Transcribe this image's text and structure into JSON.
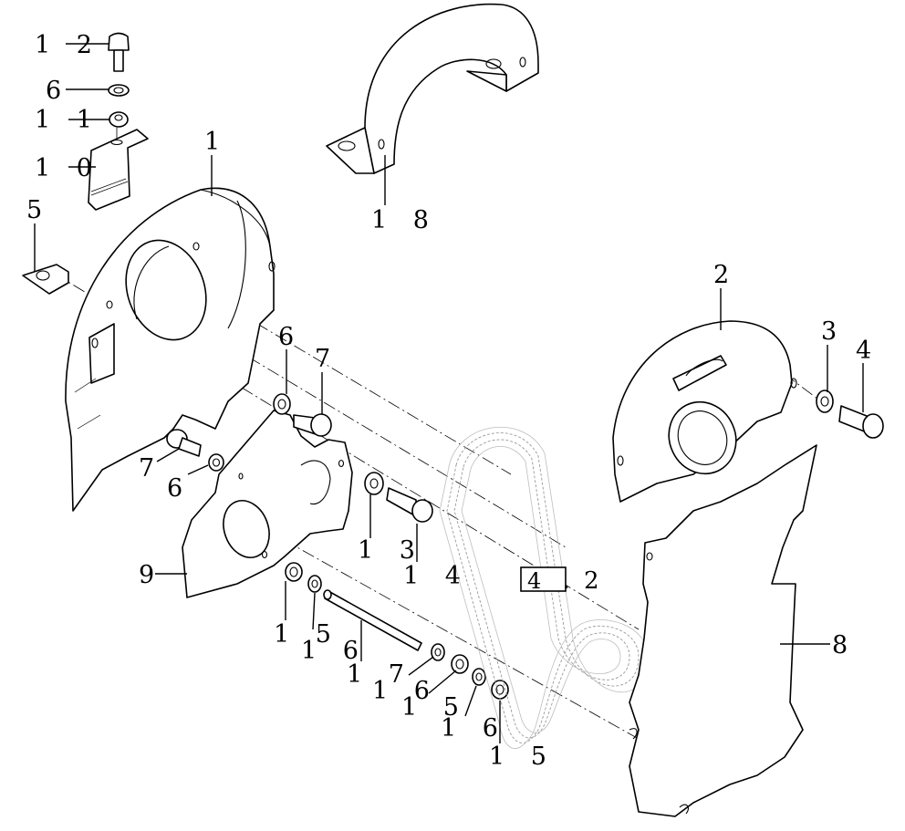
{
  "callouts": {
    "c12": "1 2",
    "c6a": "6",
    "c11": "1 1",
    "c10": "1 0",
    "c1": "1",
    "c5": "5",
    "c18": "1 8",
    "c2": "2",
    "c3a": "3",
    "c4a": "4",
    "c6b": "6",
    "c7a": "7",
    "c7b": "7",
    "c6c": "6",
    "c13": "1 3",
    "c14": "1 4",
    "c9": "9",
    "c15a": "1 5",
    "c16a": "1 6",
    "c17": "1 7",
    "c16b": "1 6",
    "c15b": "1 5",
    "c16c": "1 6",
    "c15c": "1 5",
    "c8": "8"
  },
  "reference": {
    "box_text": "4 .",
    "suffix": "2"
  }
}
